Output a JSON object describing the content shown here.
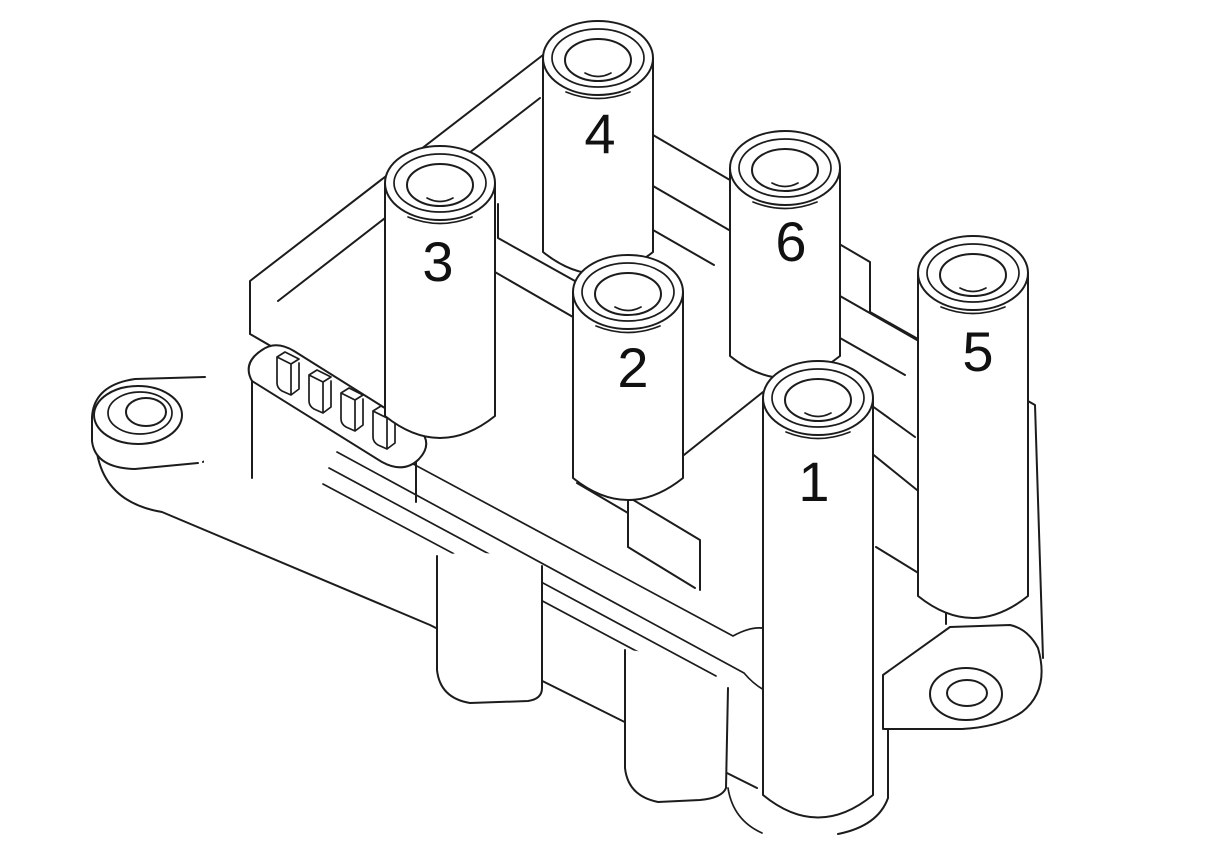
{
  "figure": {
    "background": "#ffffff",
    "line_color": "#1c1c1c",
    "label_color": "#111111",
    "tower_labels": [
      {
        "name": "tower-4",
        "text": "4"
      },
      {
        "name": "tower-3",
        "text": "3"
      },
      {
        "name": "tower-6",
        "text": "6"
      },
      {
        "name": "tower-2",
        "text": "2"
      },
      {
        "name": "tower-5",
        "text": "5"
      },
      {
        "name": "tower-1",
        "text": "1"
      }
    ]
  }
}
